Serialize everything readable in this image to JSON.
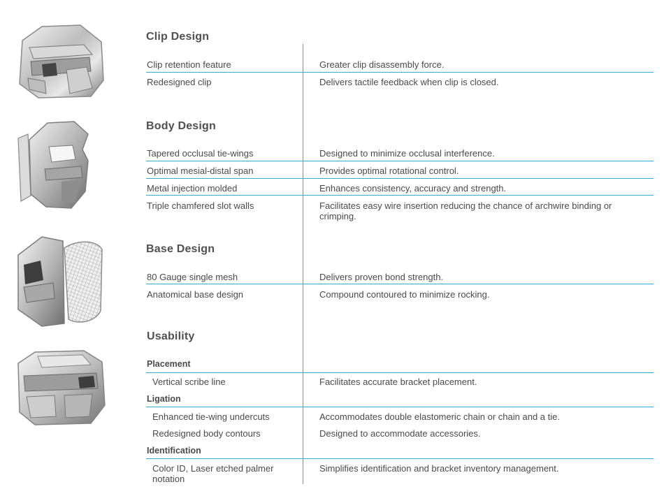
{
  "sections": {
    "clip": {
      "title": "Clip Design",
      "rows": [
        {
          "feature": "Clip retention feature",
          "description": "Greater clip disassembly force."
        },
        {
          "feature": "Redesigned clip",
          "description": "Delivers tactile feedback when clip is closed."
        }
      ]
    },
    "body": {
      "title": "Body Design",
      "rows": [
        {
          "feature": "Tapered occlusal tie-wings",
          "description": "Designed to minimize occlusal interference."
        },
        {
          "feature": "Optimal mesial-distal span",
          "description": "Provides optimal rotational control."
        },
        {
          "feature": "Metal injection molded",
          "description": "Enhances consistency, accuracy and strength."
        },
        {
          "feature": "Triple chamfered slot walls",
          "description": "Facilitates easy wire insertion reducing the chance of archwire binding or crimping."
        }
      ]
    },
    "base": {
      "title": "Base Design",
      "rows": [
        {
          "feature": "80 Gauge single mesh",
          "description": "Delivers proven bond strength."
        },
        {
          "feature": "Anatomical base design",
          "description": "Compound contoured to minimize rocking."
        }
      ]
    },
    "usability": {
      "title": "Usability",
      "groups": [
        {
          "label": "Placement",
          "rows": [
            {
              "feature": "Vertical scribe line",
              "description": "Facilitates accurate bracket placement."
            }
          ]
        },
        {
          "label": "Ligation",
          "rows": [
            {
              "feature": "Enhanced tie-wing undercuts",
              "description": "Accommodates double elastomeric chain or chain and a tie."
            },
            {
              "feature": "Redesigned body contours",
              "description": "Designed to accommodate accessories."
            }
          ]
        },
        {
          "label": "Identification",
          "rows": [
            {
              "feature": "Color ID, Laser etched palmer notation",
              "description": "Simplifies identification and bracket inventory management."
            }
          ]
        }
      ]
    }
  },
  "images": [
    "bracket-clip-icon",
    "bracket-body-icon",
    "bracket-base-icon",
    "bracket-usability-icon"
  ],
  "colors": {
    "accent": "#39a9d6",
    "text": "#4a4a4a",
    "title": "#505050"
  }
}
